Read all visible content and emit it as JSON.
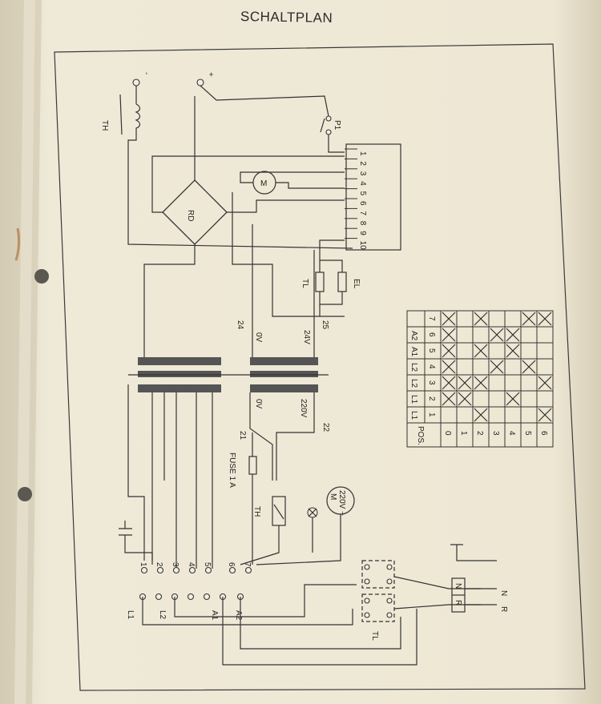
{
  "title": "SCHALTPLAN",
  "labels": {
    "minus": "-",
    "plus": "+",
    "th": "TH",
    "p1": "P1",
    "rd": "RD",
    "motor": "M",
    "tl": "TL",
    "el": "EL",
    "n24": "24",
    "n25": "25",
    "v0a": "0V",
    "v24": "24V",
    "v0b": "0V",
    "v220": "220V",
    "n21": "21",
    "n22": "22",
    "fuse": "FUSE 1 A",
    "th2": "TH",
    "motor2": "M",
    "motor2v": "220V ~",
    "l1": "L1",
    "l2": "L2",
    "a1": "A1",
    "a2": "A2",
    "tl2": "TL",
    "r": "R",
    "n": "N",
    "rbox": "R",
    "nbox": "N"
  },
  "connector_pins": [
    "1",
    "2",
    "3",
    "4",
    "5",
    "6",
    "7",
    "8",
    "9",
    "10"
  ],
  "bottom_terminals": [
    "1",
    "2",
    "3",
    "4",
    "5",
    "6",
    "7"
  ],
  "table": {
    "header": [
      "POS.",
      "L1",
      "L1",
      "L2",
      "L2",
      "A1",
      "A2"
    ],
    "header_nums": [
      "",
      "1",
      "2",
      "3",
      "4",
      "5",
      "6",
      "7"
    ],
    "rows": [
      "0",
      "1",
      "2",
      "3",
      "4",
      "5",
      "6"
    ],
    "crosses": [
      [
        0,
        1
      ],
      [
        0,
        2
      ],
      [
        0,
        3
      ],
      [
        0,
        4
      ],
      [
        0,
        5
      ],
      [
        0,
        6
      ],
      [
        1,
        1
      ],
      [
        1,
        2
      ],
      [
        2,
        0
      ],
      [
        2,
        2
      ],
      [
        2,
        4
      ],
      [
        2,
        6
      ],
      [
        3,
        3
      ],
      [
        3,
        5
      ],
      [
        4,
        1
      ],
      [
        4,
        4
      ],
      [
        4,
        5
      ],
      [
        5,
        3
      ],
      [
        5,
        6
      ],
      [
        6,
        0
      ],
      [
        6,
        2
      ],
      [
        6,
        6
      ]
    ]
  }
}
